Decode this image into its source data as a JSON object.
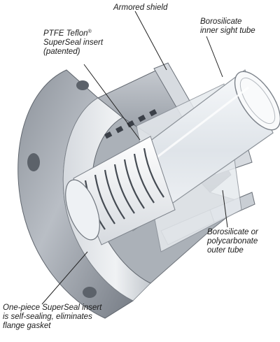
{
  "labels": {
    "armored_shield": "Armored shield",
    "ptfe": {
      "line1": "PTFE Teflon",
      "registered": "®",
      "line2": "SuperSeal insert",
      "line3": "(patented)"
    },
    "inner_tube": {
      "line1": "Borosilicate",
      "line2": "inner sight tube"
    },
    "outer_tube": {
      "line1": "Borosilicate or",
      "line2": "polycarbonate",
      "line3": "outer tube"
    },
    "one_piece": {
      "line1": "One-piece SuperSeal insert",
      "line2": "is self-sealing, eliminates",
      "line3": "flange gasket"
    }
  },
  "colors": {
    "metal_dark": "#7d838c",
    "metal_mid": "#a9aeb6",
    "metal_light": "#d9dde2",
    "glass": "#eef1f4",
    "leader": "#222222"
  }
}
